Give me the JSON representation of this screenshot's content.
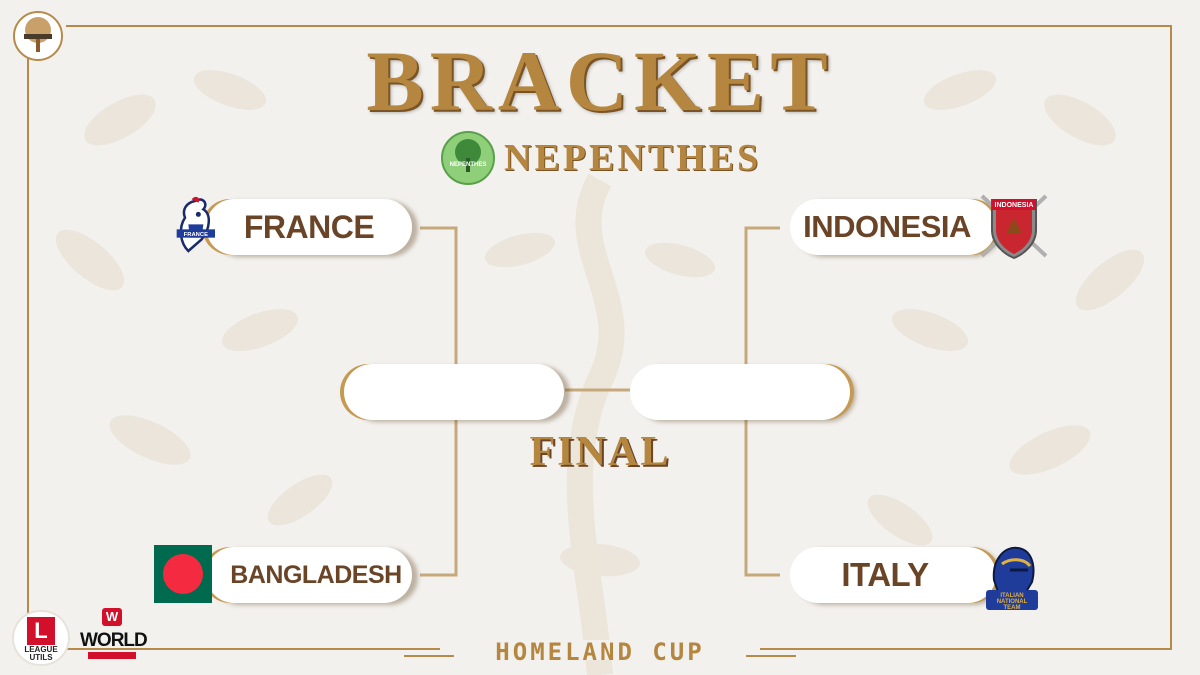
{
  "header": {
    "title": "BRACKET",
    "subtitle": "NEPENTHES",
    "sub_logo_text": "NEPENTHES"
  },
  "bracket": {
    "left_top": {
      "name": "FRANCE",
      "badge_text": "FRANCE",
      "icon": "rooster-icon"
    },
    "left_bottom": {
      "name": "BANGLADESH",
      "icon": "bangladesh-flag-icon"
    },
    "right_top": {
      "name": "INDONESIA",
      "badge_text": "INDONESIA",
      "icon": "garuda-shield-icon"
    },
    "right_bottom": {
      "name": "ITALY",
      "badge_text_1": "ITALIAN",
      "badge_text_2": "NATIONAL",
      "badge_text_3": "TEAM",
      "icon": "knight-helmet-icon"
    },
    "final_left": "",
    "final_right": "",
    "final_label": "FINAL"
  },
  "footer": {
    "title": "HOMELAND CUP",
    "sponsor_1_line1": "LEAGUE",
    "sponsor_1_line2": "UTILS",
    "sponsor_2": "WORLD"
  },
  "colors": {
    "gold": "#b5863f",
    "brown_text": "#6a4426",
    "background": "#f3f1ee",
    "bangladesh_green": "#006a4e",
    "bangladesh_red": "#f42a41"
  }
}
